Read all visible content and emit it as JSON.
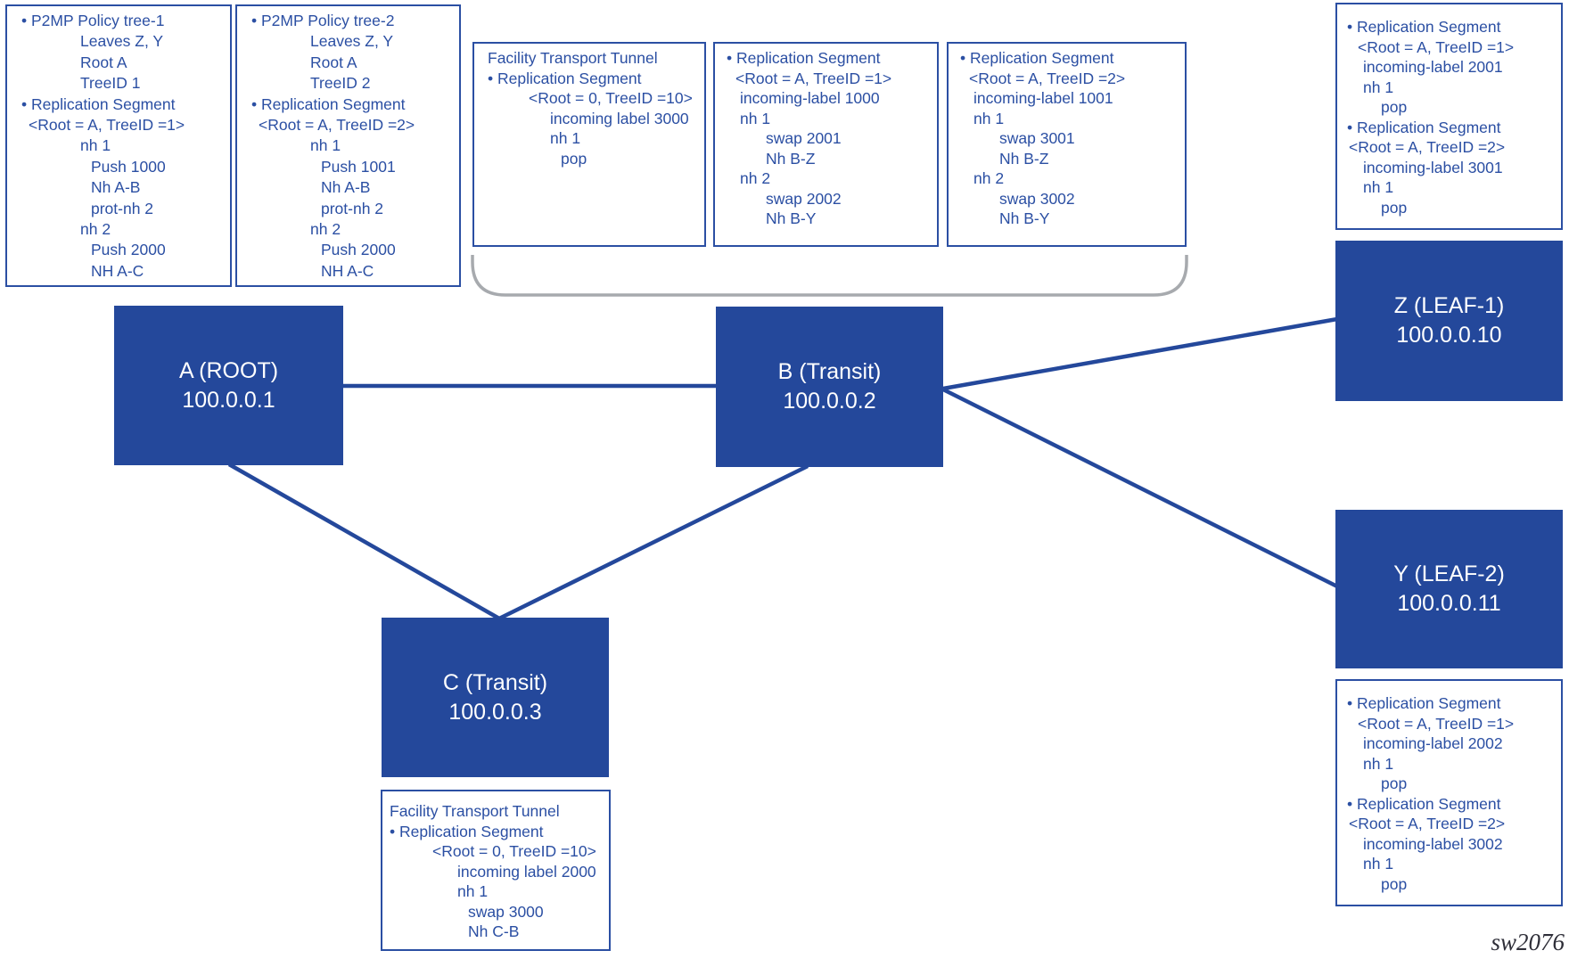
{
  "diagram_label": "sw2076",
  "colors": {
    "nodefill": "#24489B",
    "line": "#24489B",
    "border": "#2B4FA3",
    "text": "#2B4FA3",
    "bracket": "#A7AAAE",
    "wm": "#2E2E38"
  },
  "nodes": {
    "a": {
      "title": "A (ROOT)",
      "ip": "100.0.0.1"
    },
    "b": {
      "title": "B (Transit)",
      "ip": "100.0.0.2"
    },
    "c": {
      "title": "C (Transit)",
      "ip": "100.0.0.3"
    },
    "z": {
      "title": "Z (LEAF-1)",
      "ip": "100.0.0.10"
    },
    "y": {
      "title": "Y (LEAF-2)",
      "ip": "100.0.0.11"
    }
  },
  "boxes": {
    "tree1": [
      {
        "t": "• P2MP Policy tree-1",
        "i": 0
      },
      {
        "t": "Leaves Z, Y",
        "i": 66
      },
      {
        "t": "Root A",
        "i": 66
      },
      {
        "t": "TreeID 1",
        "i": 66
      },
      {
        "t": "• Replication Segment",
        "i": 0
      },
      {
        "t": "<Root = A, TreeID =1>",
        "i": 8
      },
      {
        "t": "nh 1",
        "i": 66
      },
      {
        "t": "Push 1000",
        "i": 78
      },
      {
        "t": "Nh A-B",
        "i": 78
      },
      {
        "t": "prot-nh 2",
        "i": 78
      },
      {
        "t": "nh 2",
        "i": 66
      },
      {
        "t": "Push 2000",
        "i": 78
      },
      {
        "t": "NH A-C",
        "i": 78
      }
    ],
    "tree2": [
      {
        "t": "• P2MP Policy tree-2",
        "i": 0
      },
      {
        "t": "Leaves Z, Y",
        "i": 66
      },
      {
        "t": "Root A",
        "i": 66
      },
      {
        "t": "TreeID 2",
        "i": 66
      },
      {
        "t": "• Replication Segment",
        "i": 0
      },
      {
        "t": "<Root = A, TreeID =2>",
        "i": 8
      },
      {
        "t": "nh 1",
        "i": 66
      },
      {
        "t": "Push 1001",
        "i": 78
      },
      {
        "t": "Nh A-B",
        "i": 78
      },
      {
        "t": "prot-nh 2",
        "i": 78
      },
      {
        "t": "nh 2",
        "i": 66
      },
      {
        "t": "Push 2000",
        "i": 78
      },
      {
        "t": "NH A-C",
        "i": 78
      }
    ],
    "ftt_b": [
      {
        "t": "Facility Transport Tunnel",
        "i": 0
      },
      {
        "t": "• Replication Segment",
        "i": 0
      },
      {
        "t": "<Root = 0, TreeID =10>",
        "i": 46
      },
      {
        "t": "incoming label 3000",
        "i": 70
      },
      {
        "t": "nh 1",
        "i": 70
      },
      {
        "t": "pop",
        "i": 82
      }
    ],
    "rs_b1": [
      {
        "t": "• Replication Segment",
        "i": 0
      },
      {
        "t": "<Root = A, TreeID =1>",
        "i": 10
      },
      {
        "t": "incoming-label 1000",
        "i": 15
      },
      {
        "t": "nh 1",
        "i": 15
      },
      {
        "t": "swap 2001",
        "i": 44
      },
      {
        "t": "Nh B-Z",
        "i": 44
      },
      {
        "t": "nh 2",
        "i": 15
      },
      {
        "t": "swap 2002",
        "i": 44
      },
      {
        "t": "Nh B-Y",
        "i": 44
      }
    ],
    "rs_b2": [
      {
        "t": "• Replication Segment",
        "i": 0
      },
      {
        "t": "<Root = A, TreeID =2>",
        "i": 10
      },
      {
        "t": "incoming-label 1001",
        "i": 15
      },
      {
        "t": "nh 1",
        "i": 15
      },
      {
        "t": "swap 3001",
        "i": 44
      },
      {
        "t": "Nh B-Z",
        "i": 44
      },
      {
        "t": "nh 2",
        "i": 15
      },
      {
        "t": "swap 3002",
        "i": 44
      },
      {
        "t": "Nh B-Y",
        "i": 44
      }
    ],
    "rs_z": [
      {
        "t": "• Replication Segment",
        "i": 0
      },
      {
        "t": "<Root = A, TreeID =1>",
        "i": 12
      },
      {
        "t": "incoming-label 2001",
        "i": 18
      },
      {
        "t": "nh 1",
        "i": 18
      },
      {
        "t": "pop",
        "i": 38
      },
      {
        "t": "• Replication Segment",
        "i": 0
      },
      {
        "t": "<Root = A, TreeID =2>",
        "i": 2
      },
      {
        "t": "incoming-label 3001",
        "i": 18
      },
      {
        "t": "nh 1",
        "i": 18
      },
      {
        "t": "pop",
        "i": 38
      }
    ],
    "rs_y": [
      {
        "t": "• Replication Segment",
        "i": 0
      },
      {
        "t": "<Root = A, TreeID =1>",
        "i": 12
      },
      {
        "t": "incoming-label 2002",
        "i": 18
      },
      {
        "t": "nh 1",
        "i": 18
      },
      {
        "t": "pop",
        "i": 38
      },
      {
        "t": "• Replication Segment",
        "i": 0
      },
      {
        "t": "<Root = A, TreeID =2>",
        "i": 2
      },
      {
        "t": "incoming-label 3002",
        "i": 18
      },
      {
        "t": "nh 1",
        "i": 18
      },
      {
        "t": "pop",
        "i": 38
      }
    ],
    "ftt_c": [
      {
        "t": "Facility Transport Tunnel",
        "i": 0
      },
      {
        "t": "• Replication Segment",
        "i": 0
      },
      {
        "t": "<Root = 0, TreeID =10>",
        "i": 48
      },
      {
        "t": "incoming label 2000",
        "i": 76
      },
      {
        "t": "nh 1",
        "i": 76
      },
      {
        "t": "swap 3000",
        "i": 88
      },
      {
        "t": "Nh C-B",
        "i": 88
      }
    ]
  }
}
